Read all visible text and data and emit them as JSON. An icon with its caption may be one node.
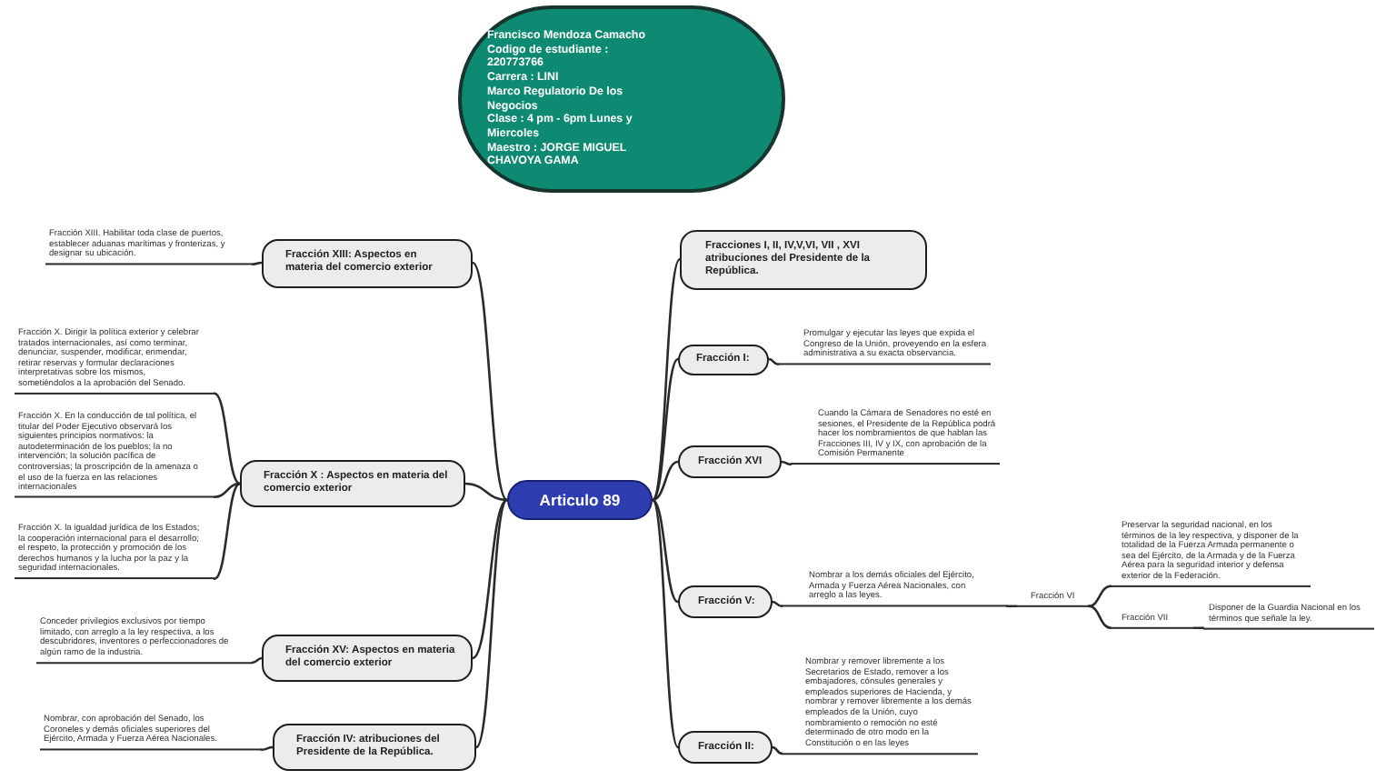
{
  "diagram": {
    "nodes": [
      {
        "text": [
          "Francisco Mendoza Camacho",
          "Codigo de estudiante : 220773766",
          "Carrera : LINI",
          "Marco Regulatorio De los Negocios",
          "Clase : 4 pm - 6pm Lunes y Miercoles",
          "Maestro : JORGE MIGUEL CHAVOYA GAMA"
        ]
      },
      {
        "text": [
          "Articulo 89"
        ]
      },
      {
        "text": [
          "Fracción XIII: Aspectos en materia del comercio exterior"
        ]
      },
      {
        "text": [
          "Fracción XIII. Habilitar toda clase de puertos, establecer aduanas marítimas y fronterizas, y designar su ubicación."
        ]
      },
      {
        "text": [
          "Fracción X : Aspectos en materia del comercio exterior"
        ]
      },
      {
        "text": [
          "Fracción X. Dirigir la política exterior y celebrar tratados internacionales, así como terminar, denunciar, suspender, modificar, enmendar, retirar reservas y formular declaraciones interpretativas sobre los mismos, sometiéndolos a la aprobación del Senado."
        ]
      },
      {
        "text": [
          "Fracción X. En la conducción de tal política, el titular del Poder Ejecutivo observará los siguientes principios normativos: la autodeterminación de los pueblos; la no intervención; la solución pacífica de controversias; la proscripción de la amenaza o el uso de la fuerza en las relaciones internacionales"
        ]
      },
      {
        "text": [
          "Fracción X. la igualdad jurídica de los Estados; la cooperación internacional para el desarrollo; el respeto, la protección y promoción de los derechos humanos y la lucha por la paz y la seguridad internacionales."
        ]
      },
      {
        "text": [
          "Fracción XV: Aspectos en materia del comercio exterior"
        ]
      },
      {
        "text": [
          "Conceder privilegios exclusivos por tiempo limitado, con arreglo a la ley respectiva, a los descubridores, inventores o perfeccionadores de algún ramo de la industria."
        ]
      },
      {
        "text": [
          "Fracción IV: atribuciones del Presidente de la República."
        ]
      },
      {
        "text": [
          "Nombrar, con aprobación del Senado, los Coroneles y demás oficiales superiores del Ejército, Armada y Fuerza Aérea Nacionales."
        ]
      },
      {
        "text": [
          "Fracciones I, II, IV,V,VI, VII , XVI atribuciones del Presidente de la República."
        ]
      },
      {
        "text": [
          "Fracción I:"
        ]
      },
      {
        "text": [
          "Promulgar y ejecutar las leyes que expida el Congreso de la Unión, proveyendo en la esfera administrativa a su exacta observancia."
        ]
      },
      {
        "text": [
          "Fracción XVI"
        ]
      },
      {
        "text": [
          "Cuando la Cámara de Senadores no esté en sesiones, el Presidente de la República podrá hacer los nombramientos de que hablan las Fracciones III, IV y IX, con aprobación de la Comisión Permanente"
        ]
      },
      {
        "text": [
          "Fracción V:"
        ]
      },
      {
        "text": [
          "Nombrar a los demás oficiales del Ejército, Armada y Fuerza Aérea Nacionales, con arreglo a las leyes."
        ]
      },
      {
        "text": [
          "Fracción VI"
        ]
      },
      {
        "text": [
          "Preservar la seguridad nacional, en los términos de la ley respectiva, y disponer de la totalidad de la Fuerza Armada permanente o sea del Ejército, de la Armada y de la Fuerza Aérea para la seguridad interior y defensa exterior de la Federación."
        ]
      },
      {
        "text": [
          "Fracción VII"
        ]
      },
      {
        "text": [
          "Disponer de la Guardia Nacional en los términos que señale la ley."
        ]
      },
      {
        "text": [
          "Fracción II:"
        ]
      },
      {
        "text": [
          "Nombrar y remover libremente a los Secretarios de Estado, remover a los embajadores, cónsules generales y empleados superiores de Hacienda, y nombrar y remover libremente a los demás empleados de la Unión, cuyo nombramiento o remoción no esté determinado de otro modo en la Constitución o en las leyes"
        ]
      }
    ],
    "edges": [
      {
        "from": 1,
        "to": 2,
        "arrow": "none"
      },
      {
        "from": 2,
        "to": 3,
        "arrow": "none"
      },
      {
        "from": 1,
        "to": 4,
        "arrow": "none"
      },
      {
        "from": 4,
        "to": 5,
        "arrow": "none"
      },
      {
        "from": 4,
        "to": 6,
        "arrow": "none"
      },
      {
        "from": 4,
        "to": 7,
        "arrow": "none"
      },
      {
        "from": 1,
        "to": 8,
        "arrow": "none"
      },
      {
        "from": 8,
        "to": 9,
        "arrow": "none"
      },
      {
        "from": 1,
        "to": 10,
        "arrow": "none"
      },
      {
        "from": 10,
        "to": 11,
        "arrow": "none"
      },
      {
        "from": 1,
        "to": 12,
        "arrow": "none"
      },
      {
        "from": 1,
        "to": 13,
        "arrow": "none"
      },
      {
        "from": 13,
        "to": 14,
        "arrow": "none"
      },
      {
        "from": 1,
        "to": 15,
        "arrow": "none"
      },
      {
        "from": 15,
        "to": 16,
        "arrow": "none"
      },
      {
        "from": 1,
        "to": 17,
        "arrow": "none"
      },
      {
        "from": 17,
        "to": 18,
        "arrow": "none"
      },
      {
        "from": 18,
        "to": 19,
        "arrow": "none"
      },
      {
        "from": 19,
        "to": 20,
        "arrow": "none"
      },
      {
        "from": 19,
        "to": 21,
        "arrow": "none"
      },
      {
        "from": 21,
        "to": 22,
        "arrow": "none"
      },
      {
        "from": 1,
        "to": 23,
        "arrow": "none"
      },
      {
        "from": 23,
        "to": 24,
        "arrow": "none"
      }
    ]
  }
}
